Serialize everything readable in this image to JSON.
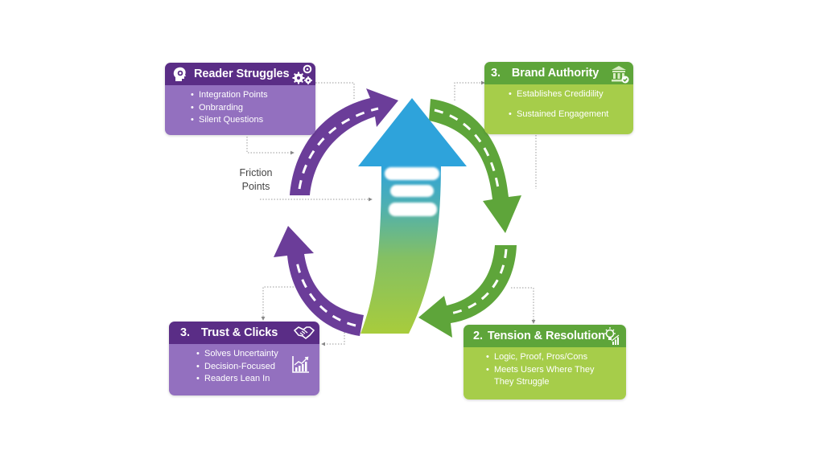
{
  "diagram": {
    "colors": {
      "purple_dark": "#5a2d86",
      "purple_light": "#9370bf",
      "purple_arrow": "#6b3d99",
      "green_dark": "#5ea53a",
      "green_light": "#a6cd4a",
      "blue_arrow": "#2ea3db"
    },
    "center_arrow": {
      "label": "",
      "label_legible": false
    },
    "friction_label": [
      "Friction",
      "Points"
    ],
    "cards": {
      "reader_struggles": {
        "title": "Reader Struggles",
        "icon_left": "head-idea-icon",
        "icon_right": "gears-icon",
        "items": [
          "Integration Points",
          "Onbrarding",
          "Silent Questions"
        ]
      },
      "brand_authority": {
        "number": "3.",
        "title": "Brand Authority",
        "icon": "bank-check-icon",
        "items": [
          "Establishes Credidility",
          "Sustained Engagement"
        ]
      },
      "tension_resolution": {
        "number": "2.",
        "title": "Tension & Resolution",
        "icon": "lightbulb-growth-icon",
        "items": [
          "Logic, Proof, Pros/Cons",
          "Meets Users Where They",
          "They Struggle"
        ]
      },
      "trust_clicks": {
        "number": "3.",
        "title": "Trust & Clicks",
        "icon": "handshake-icon",
        "body_icon": "growth-chart-icon",
        "items": [
          "Solves Uncertainty",
          "Decision-Focused",
          "Readers Lean In"
        ]
      }
    }
  }
}
